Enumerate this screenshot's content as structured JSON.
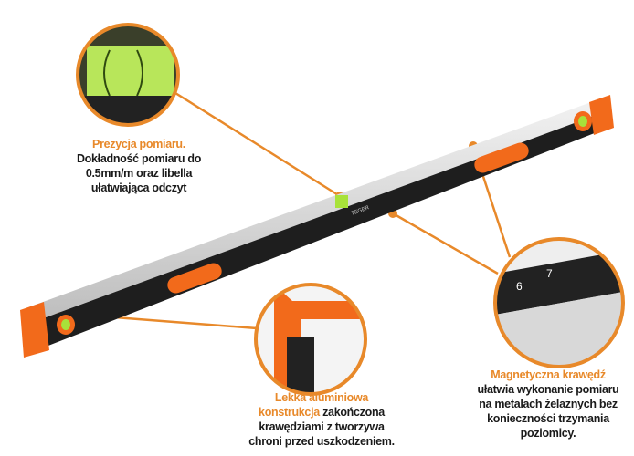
{
  "colors": {
    "accent": "#e8892a",
    "orange_plastic": "#f26a1b",
    "bar_black": "#1e1e1e",
    "aluminium": "#d9d9d9",
    "vial_green": "#a8e23a"
  },
  "brand_mark": "TEGER",
  "callouts": [
    {
      "title": "Prezycja pomiaru.",
      "lines": [
        "Dokładność pomiaru do",
        "0.5mm/m oraz libella",
        "ułatwiająca odczyt"
      ]
    },
    {
      "title": "Lekka aluminiowa",
      "title2": "konstrukcja",
      "rest": " zakończona",
      "lines": [
        "krawędziami z tworzywa",
        "chroni przed uszkodzeniem."
      ]
    },
    {
      "title": "Magnetyczna krawędź",
      "lines": [
        "ułatwia wykonanie pomiaru",
        "na metalach żelaznych bez",
        "konieczności trzymania",
        "poziomicy."
      ]
    }
  ],
  "ruler_digits": [
    "6",
    "7"
  ]
}
